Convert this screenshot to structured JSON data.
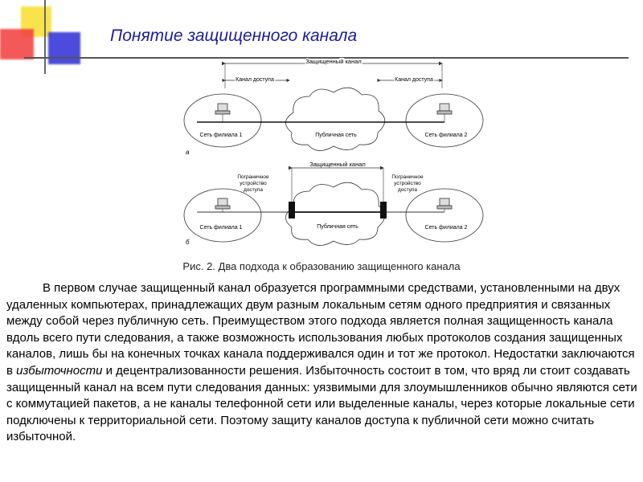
{
  "slide": {
    "title": "Понятие защищенного канала"
  },
  "figure": {
    "panel_a": {
      "secure_channel": "Защищенный канал",
      "access_channel_left": "Канал доступа",
      "access_channel_right": "Канал доступа",
      "branch_left": "Сеть филиала 1",
      "branch_right": "Сеть филиала 2",
      "public_net": "Публичная сеть",
      "letter": "а"
    },
    "panel_b": {
      "secure_channel": "Защищенный канал",
      "gateway_left": [
        "Пограничное",
        "устройство",
        "доступа"
      ],
      "gateway_right": [
        "Пограничное",
        "устройство",
        "доступа"
      ],
      "branch_left": "Сеть филиала 1",
      "branch_right": "Сеть филиала 2",
      "public_net": "Публичная сеть",
      "letter": "б"
    },
    "caption": "Рис. 2. Два подхода к образованию защищенного канала"
  },
  "text": {
    "part1": "В первом случае защищенный канал образуется программными средствами, установленными на двух удаленных компьютерах, принадлежащих двум разным локальным сетям одного предприятия и связанных между собой через публичную сеть. Преимуществом этого подхода является полная защищенность канала вдоль всего пути следования, а также возможность использования любых протоколов создания защищенных каналов, лишь бы на конечных точках канала поддерживался один и тот же протокол. Недостатки заключаются в ",
    "italic": "избыточности",
    "part2": " и децентрализованности решения. Избыточность состоит в том, что вряд ли стоит создавать защищенный канал на всем пути следования данных: уязвимыми для злоумышленников обычно являются сети с коммутацией пакетов, а не каналы телефонной сети или выделенные каналы, через которые локальные сети подключены к территориальной сети. Поэтому защиту каналов доступа к публичной сети можно считать избыточной."
  },
  "colors": {
    "title": "#1c1c9c",
    "deco_yellow": "#f7df2e",
    "deco_red": "#f23d3d",
    "deco_blue": "#2c2cd6"
  }
}
